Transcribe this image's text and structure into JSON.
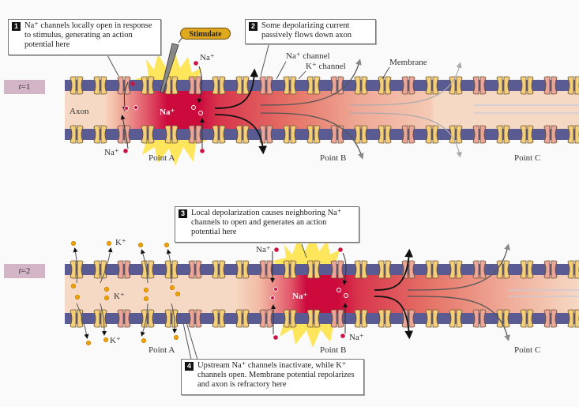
{
  "panels": [
    {
      "time_label": "t = 1",
      "time_var": "t",
      "time_value": "1",
      "axon_label": "Axon",
      "points": [
        "Point A",
        "Point B",
        "Point C"
      ],
      "na_in_label": "Na⁺",
      "ion_labels": [
        "Na⁺",
        "Na⁺"
      ],
      "channel_labels": [
        "Na⁺ channel",
        "K⁺ channel"
      ],
      "membrane_label": "Membrane",
      "stimulus_button": "Stimulate"
    },
    {
      "time_label": "t = 2",
      "time_var": "t",
      "time_value": "2",
      "points": [
        "Point A",
        "Point B",
        "Point C"
      ],
      "na_in_label": "Na⁺",
      "ion_labels": [
        "Na⁺",
        "Na⁺"
      ],
      "k_labels": [
        "K⁺",
        "K⁺",
        "K⁺"
      ]
    }
  ],
  "callouts": [
    {
      "num": "1",
      "text": "Na⁺ channels locally open in response to stimulus, generating an action potential here"
    },
    {
      "num": "2",
      "text": "Some depolarizing current passively flows down axon"
    },
    {
      "num": "3",
      "text": "Local depolarization causes neighboring Na⁺ channels to open and generates an action potential here"
    },
    {
      "num": "4",
      "text": "Upstream Na⁺ channels inactivate, while K⁺ channels open.  Membrane potential repolarizes and axon is refractory here"
    }
  ],
  "colors": {
    "membrane": "#5b5b94",
    "axon_rest": "#f6d9c4",
    "depolarized": "#cc0a3c",
    "k_channel": "#f3cf7a",
    "na_channel": "#eba59a",
    "na_ion": "#cc1144",
    "k_ion": "#f0a000",
    "flash": "#fde24a",
    "time_label_bg": "#d4b5c8"
  }
}
